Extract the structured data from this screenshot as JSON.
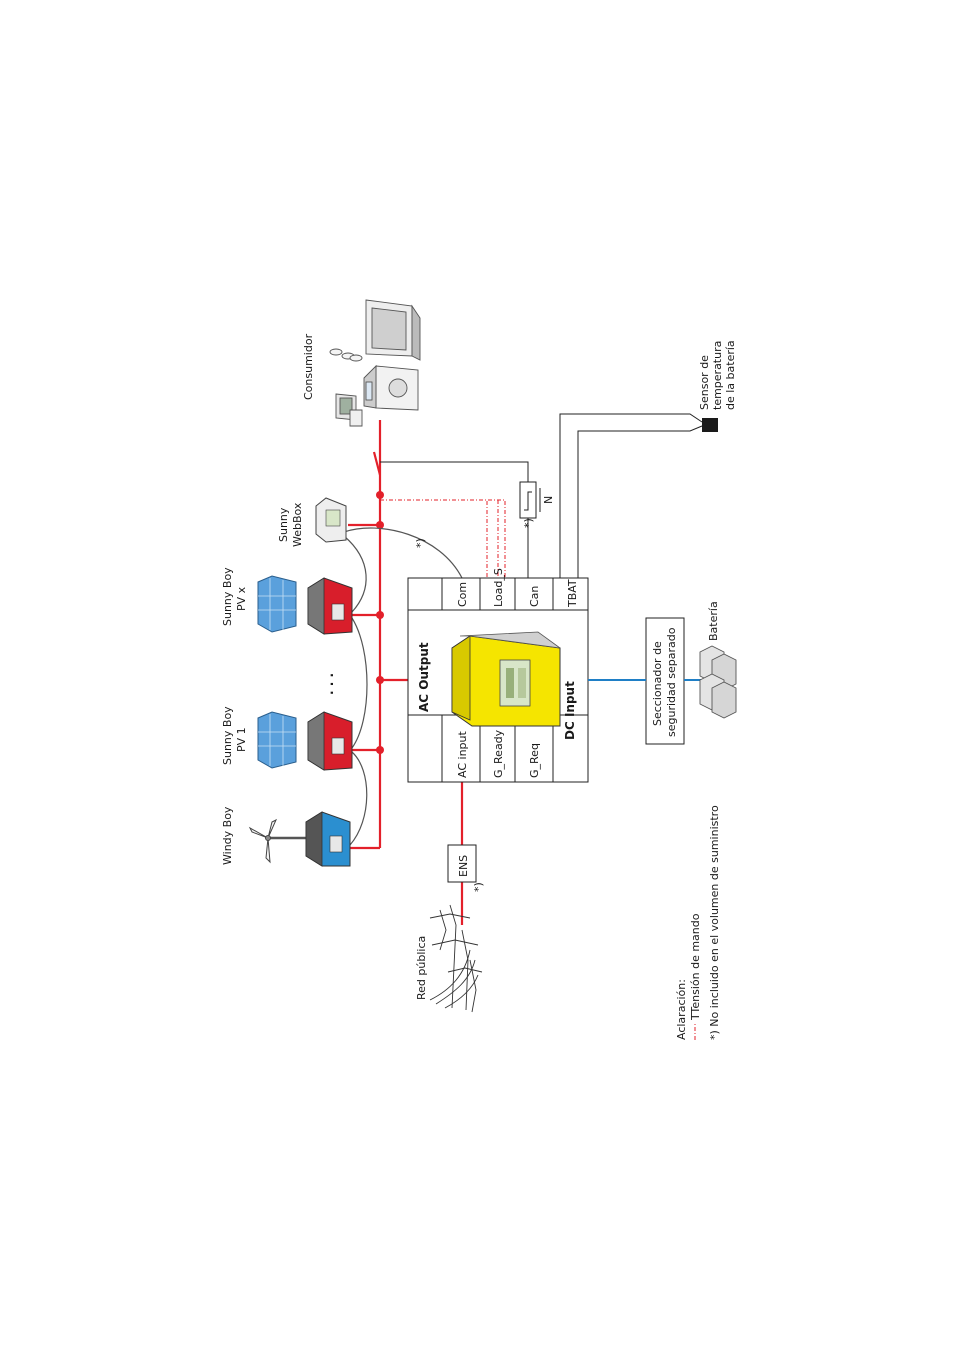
{
  "labels": {
    "red_publica": "Red pública",
    "ens": "ENS",
    "ens_note": "*)",
    "windy_boy": "Windy Boy",
    "sunny_boy_1_line1": "Sunny Boy",
    "sunny_boy_1_line2": "PV 1",
    "ellipsis": ". . .",
    "sunny_boy_x_line1": "Sunny Boy",
    "sunny_boy_x_line2": "PV x",
    "webbox_line1": "Sunny",
    "webbox_line2": "WebBox",
    "webbox_note": "*)",
    "consumidor": "Consumidor",
    "relay_note": "*)",
    "relay_n": "N",
    "sensor_line1": "Sensor de",
    "sensor_line2": "temperatura",
    "sensor_line3": "de la batería",
    "seccionador_line1": "Seccionador de",
    "seccionador_line2": "seguridad separado",
    "bateria": "Batería"
  },
  "panel": {
    "ac_output": "AC Output",
    "dc_input": "DC Input",
    "ac_input": "AC input",
    "g_ready": "G_Ready",
    "g_req": "G_Req",
    "com": "Com",
    "load_s": "Load_S",
    "can": "Can",
    "tbat": "TBAT"
  },
  "legend": {
    "title": "Aclaración:",
    "control_voltage": "TTensión de mando",
    "not_included": "*) No incluido en el volumen de suministro"
  },
  "colors": {
    "ac_line": "#e3202a",
    "dc_line": "#1f7fc6",
    "inverter_red": "#d81e2b",
    "windy_blue": "#2b8fd0",
    "sunny_island_yellow": "#f5e500"
  }
}
